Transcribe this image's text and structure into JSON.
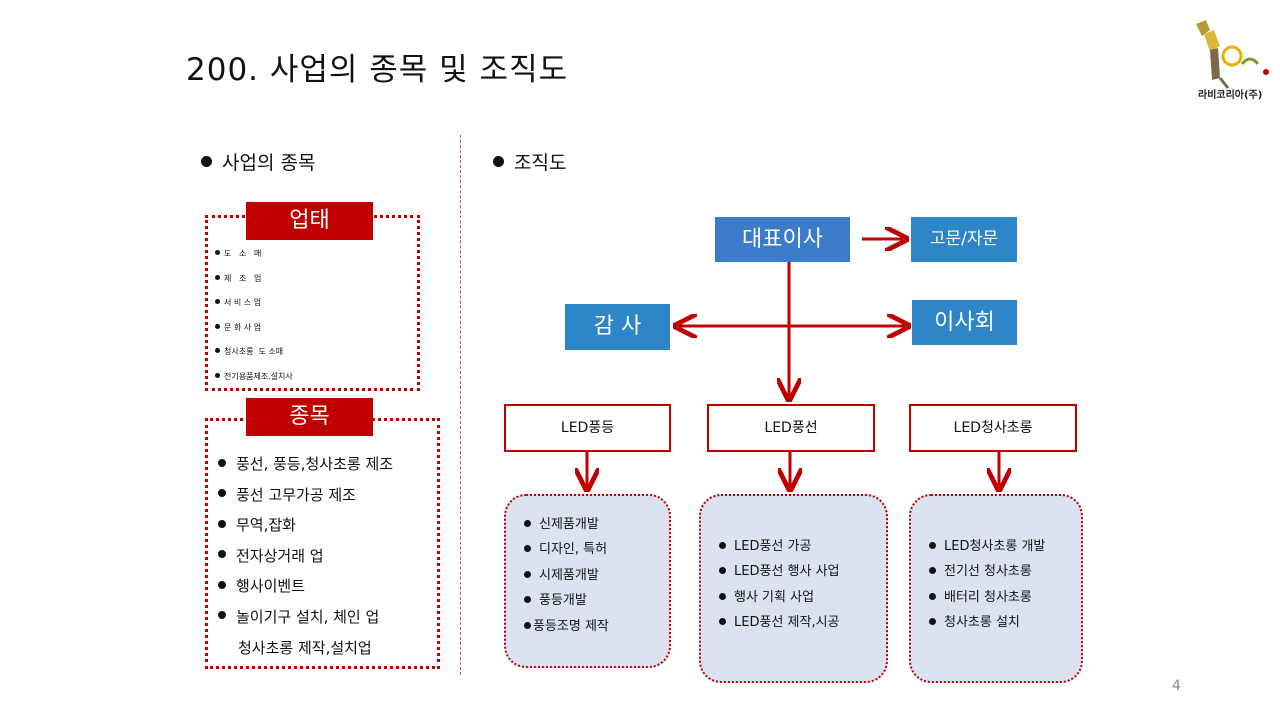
{
  "title": "200. 사업의 종목 및 조직도",
  "logo": {
    "text": "라비코리아(주)"
  },
  "left": {
    "heading": "사업의 종목",
    "uptae": {
      "label": "업태",
      "items": [
        "도   소   매",
        "제   조   업",
        "서 비 스 업",
        "문 화 사 업",
        "청사초롱  도 소매",
        "전기용품제조.설치사"
      ]
    },
    "jongmok": {
      "label": "종목",
      "items": [
        "풍선, 풍등,청사초롱 제조",
        "풍선 고무가공 제조",
        "무역,잡화",
        "전자상거래 업",
        "행사이벤트",
        "놀이기구 설치, 체인 업"
      ],
      "continuation": "청사초롱 제작,설치업"
    }
  },
  "right": {
    "heading": "조직도",
    "ceo": "대표이사",
    "advisor": "고문/자문",
    "audit": "감 사",
    "board": "이사회",
    "divisions": [
      {
        "name": "LED풍등",
        "items": [
          "신제품개발",
          "디자인, 특허",
          "시제품개발",
          "풍등개발",
          "풍등조명 제작"
        ]
      },
      {
        "name": "LED풍선",
        "items": [
          "LED풍선 가공",
          "LED풍선 행사 사업",
          "행사 기획 사업",
          "LED풍선 제작,시공"
        ]
      },
      {
        "name": "LED청사초롱",
        "items": [
          "LED청사초롱 개발",
          "전기선 청사초롱",
          "배터리 청사초롱",
          "청사초롱 설치"
        ]
      }
    ]
  },
  "page_number": "4",
  "colors": {
    "accent_red": "#c00000",
    "blue": "#3a7cc9",
    "light_blue_fill": "#dbe3f1"
  }
}
